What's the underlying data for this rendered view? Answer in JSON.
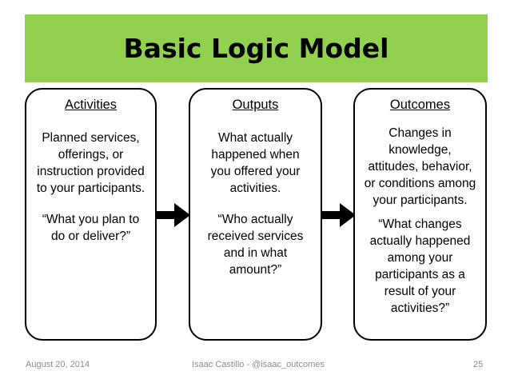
{
  "header": {
    "title": "Basic Logic Model"
  },
  "colors": {
    "banner": "#92d050",
    "border": "#000000",
    "footer_text": "#8c8c8c"
  },
  "boxes": {
    "activities": {
      "heading": "Activities",
      "paragraphs": [
        "Planned services, offerings, or instruction provided to your participants.",
        "“What you plan to do or deliver?”"
      ]
    },
    "outputs": {
      "heading": "Outputs",
      "paragraphs": [
        "What actually happened when you offered your activities.",
        "“Who actually received services and in what amount?”"
      ]
    },
    "outcomes": {
      "heading": "Outcomes",
      "paragraphs": [
        "Changes in knowledge, attitudes, behavior, or conditions among your participants.",
        "“What changes actually happened among your participants as a result of your activities?”"
      ]
    }
  },
  "arrows": [
    {
      "icon": "right-arrow-icon",
      "from": "activities",
      "to": "outputs"
    },
    {
      "icon": "right-arrow-icon",
      "from": "outputs",
      "to": "outcomes"
    }
  ],
  "footer": {
    "date": "August 20, 2014",
    "author": "Isaac Castillo - @isaac_outcomes",
    "page_number": "25"
  }
}
